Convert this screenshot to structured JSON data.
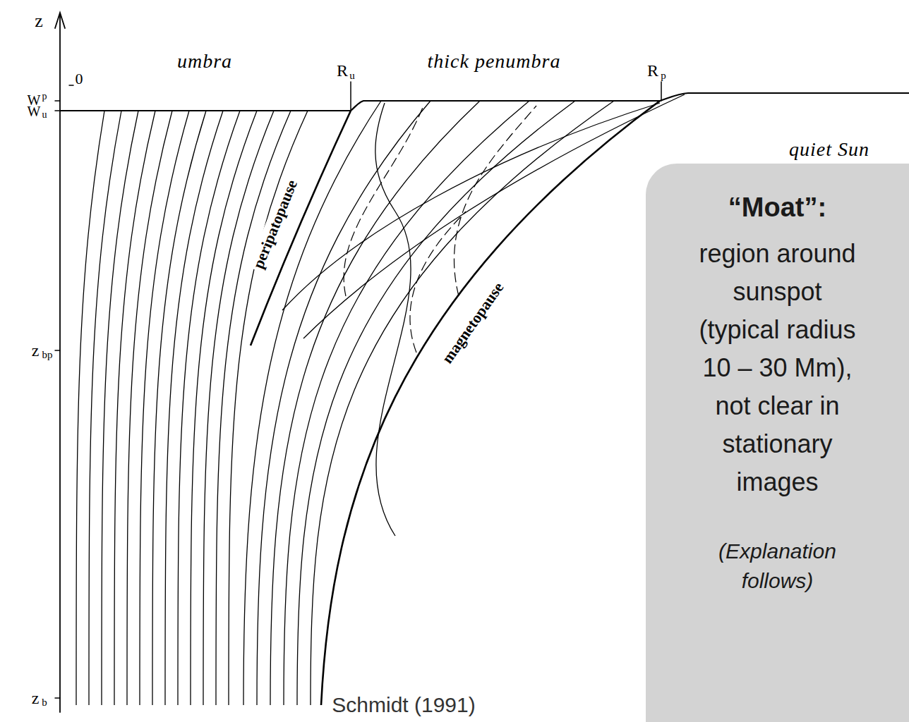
{
  "diagram": {
    "nodes": [
      {
        "text": [
          "“Moat”:",
          "region around sunspot (typical radius 10 – 30 Mm), not clear in stationary images",
          "(Explanation follows)"
        ]
      }
    ],
    "labels": [
      "z",
      "W",
      "p",
      "W",
      "u",
      "0",
      "umbra",
      "R",
      "u",
      "thick penumbra",
      "R",
      "p",
      "quiet Sun",
      "peripatopause",
      "magnetopause",
      "z",
      "bp",
      "z",
      "b",
      "Schmidt (1991)"
    ]
  }
}
